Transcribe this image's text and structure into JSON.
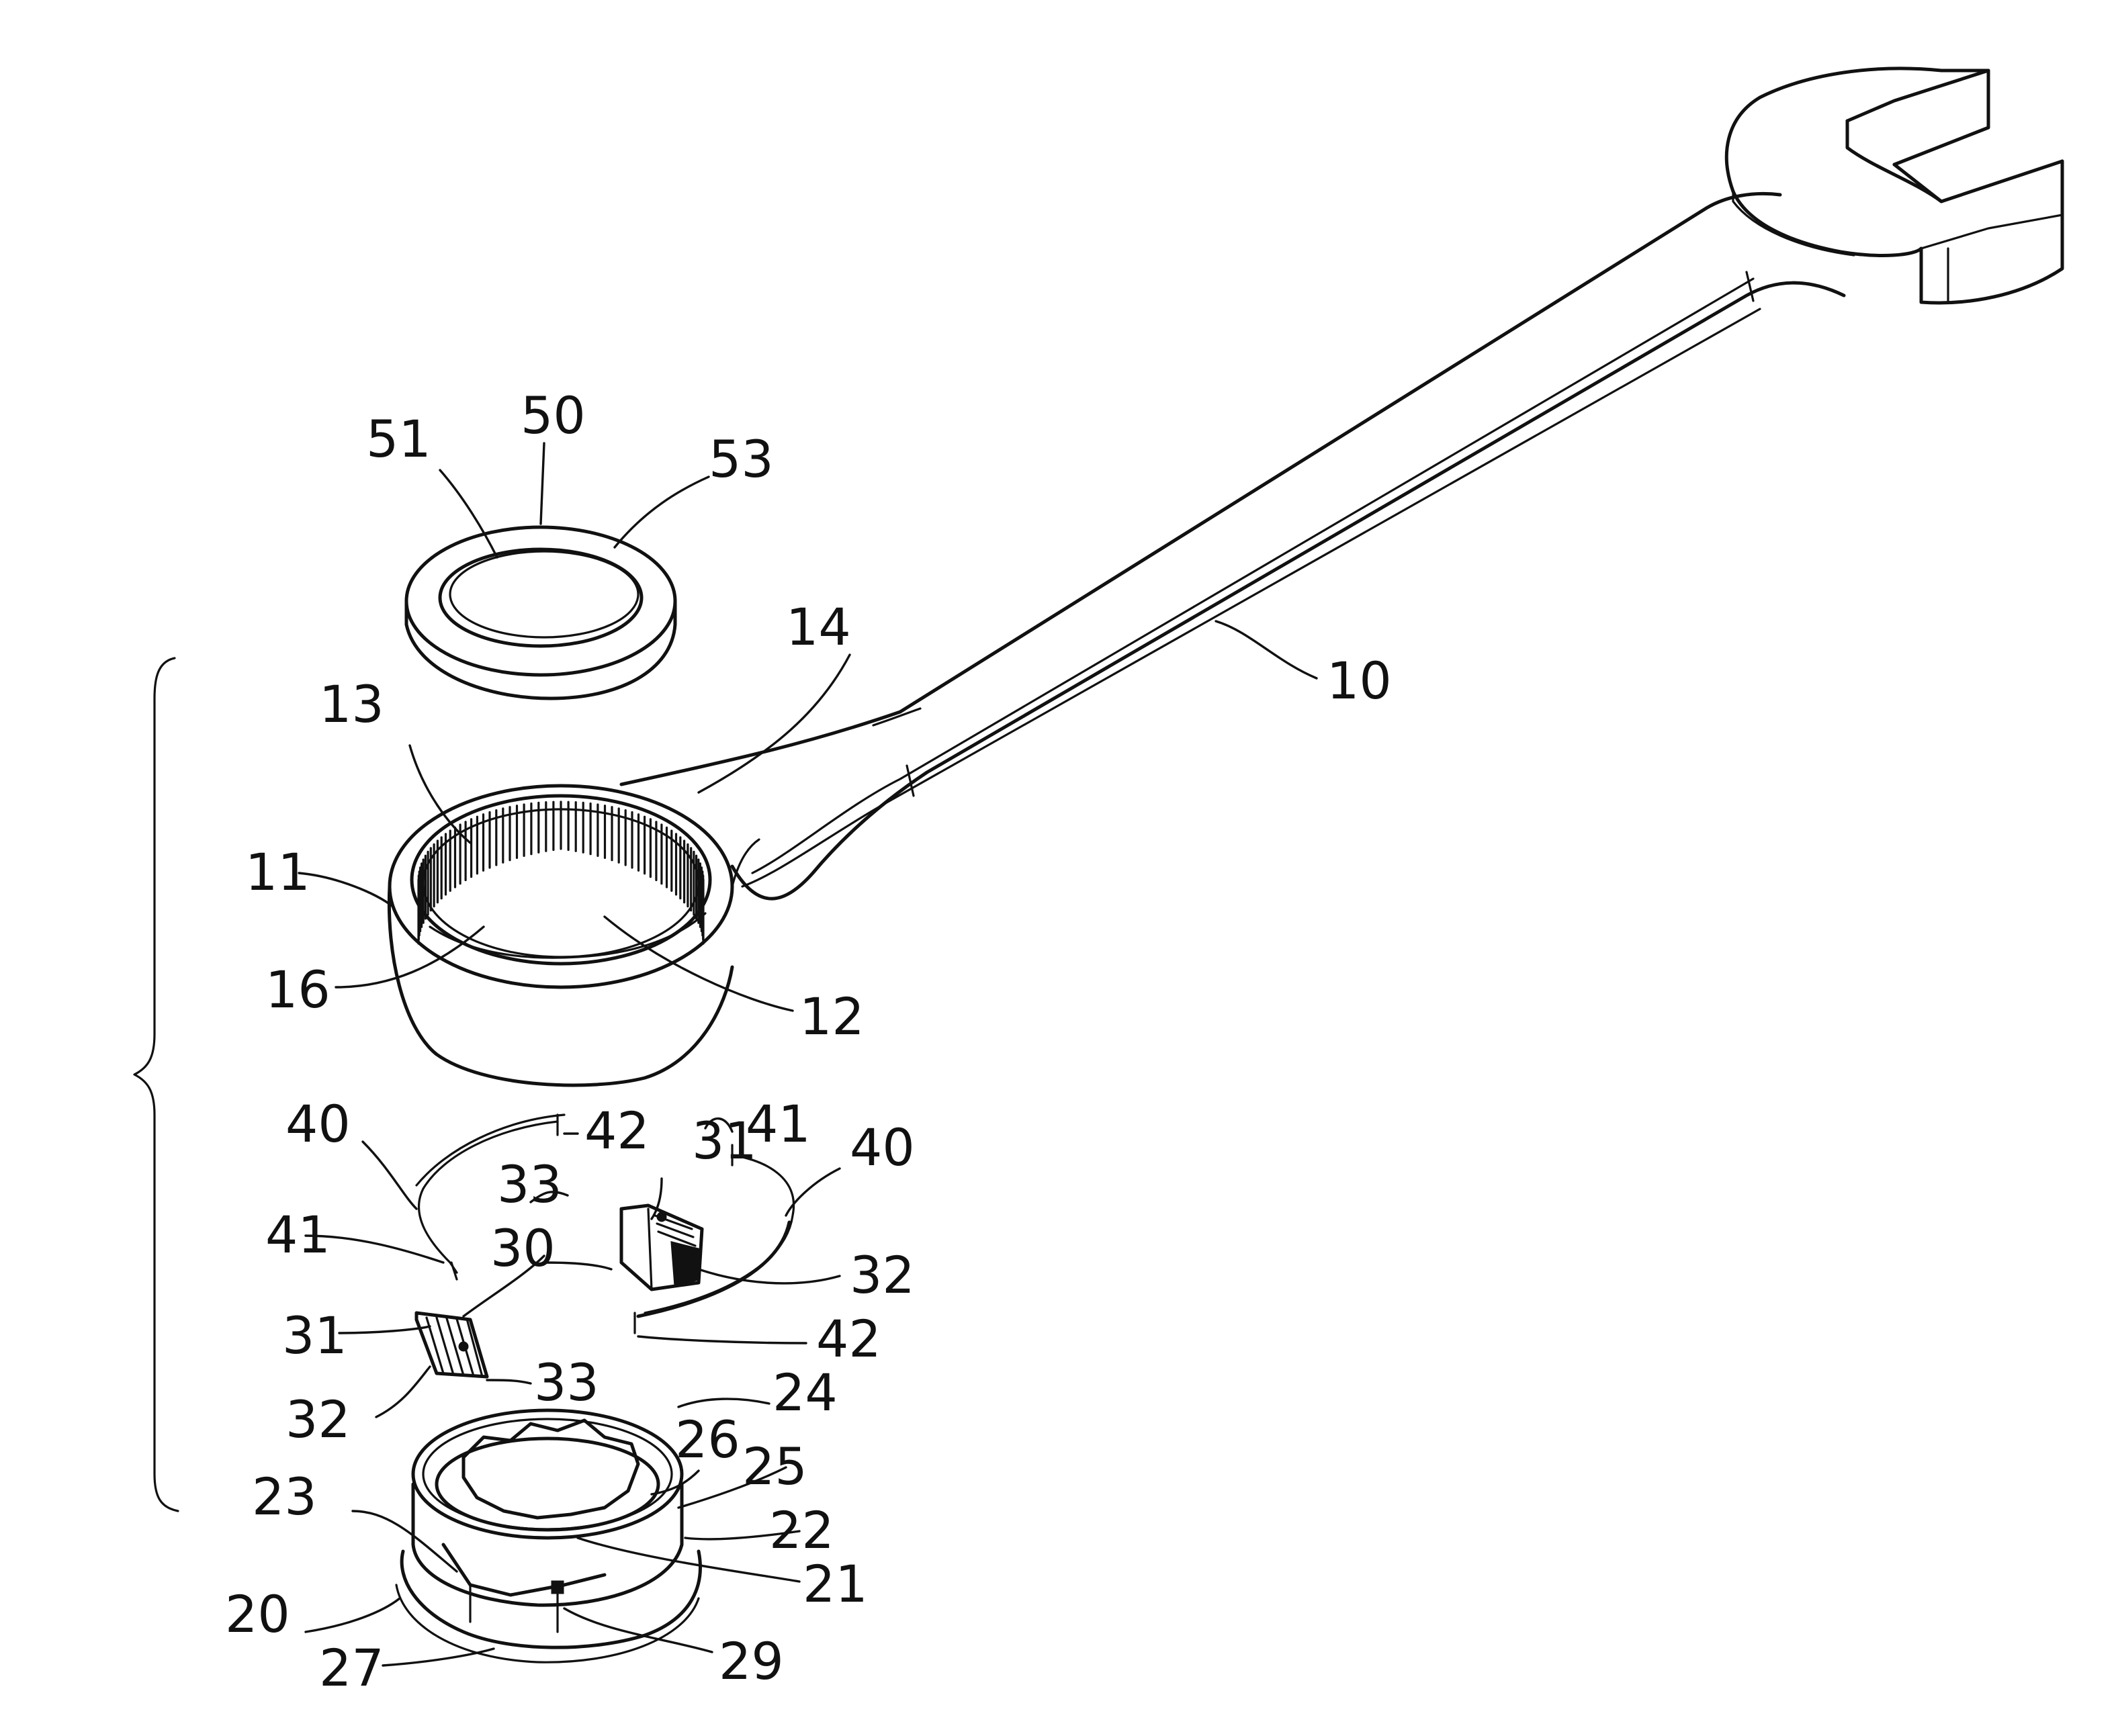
{
  "figure": {
    "labels": [
      {
        "id": "l10",
        "text": "10"
      },
      {
        "id": "l11",
        "text": "11"
      },
      {
        "id": "l12",
        "text": "12"
      },
      {
        "id": "l13",
        "text": "13"
      },
      {
        "id": "l14",
        "text": "14"
      },
      {
        "id": "l16",
        "text": "16"
      },
      {
        "id": "l20",
        "text": "20"
      },
      {
        "id": "l21",
        "text": "21"
      },
      {
        "id": "l22",
        "text": "22"
      },
      {
        "id": "l23",
        "text": "23"
      },
      {
        "id": "l24",
        "text": "24"
      },
      {
        "id": "l25",
        "text": "25"
      },
      {
        "id": "l26",
        "text": "26"
      },
      {
        "id": "l27",
        "text": "27"
      },
      {
        "id": "l29",
        "text": "29"
      },
      {
        "id": "l30",
        "text": "30"
      },
      {
        "id": "l31a",
        "text": "31"
      },
      {
        "id": "l31b",
        "text": "31"
      },
      {
        "id": "l32a",
        "text": "32"
      },
      {
        "id": "l32b",
        "text": "32"
      },
      {
        "id": "l33a",
        "text": "33"
      },
      {
        "id": "l33b",
        "text": "33"
      },
      {
        "id": "l40a",
        "text": "40"
      },
      {
        "id": "l40b",
        "text": "40"
      },
      {
        "id": "l41a",
        "text": "41"
      },
      {
        "id": "l41b",
        "text": "41"
      },
      {
        "id": "l42a",
        "text": "42"
      },
      {
        "id": "l42b",
        "text": "42"
      },
      {
        "id": "l50",
        "text": "50"
      },
      {
        "id": "l51",
        "text": "51"
      },
      {
        "id": "l53",
        "text": "53"
      }
    ]
  }
}
